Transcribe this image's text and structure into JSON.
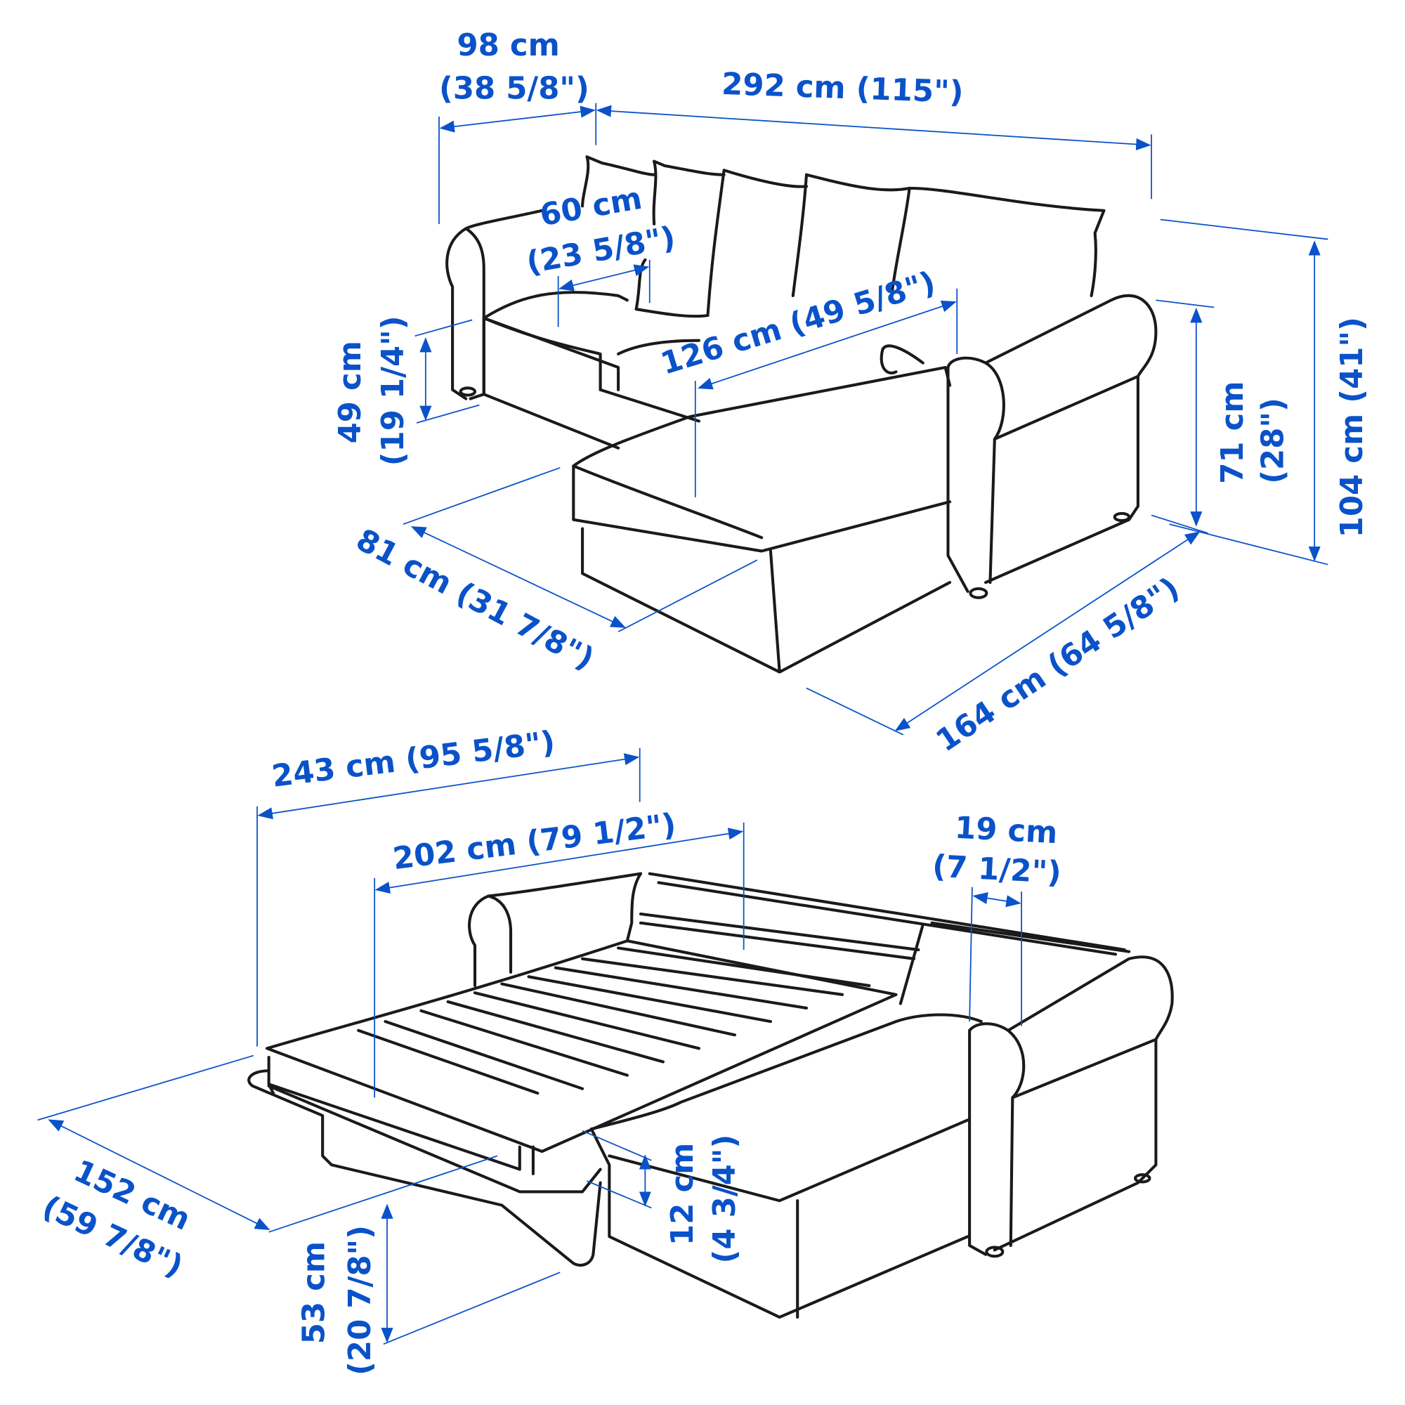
{
  "diagram": {
    "title": "Sofa with chaise longue and sofa-bed dimensions",
    "accent_color": "#0a52c9",
    "line_color": "#1a1a1a",
    "views": [
      {
        "name": "sofa",
        "dimensions": {
          "seat_depth_arm": {
            "cm": "98 cm",
            "in": "(38 5/8\")"
          },
          "total_width": {
            "label": "292 cm (115\")"
          },
          "seat_depth": {
            "cm": "60 cm",
            "in": "(23 5/8\")"
          },
          "chaise_width": {
            "label": "126 cm (49 5/8\")"
          },
          "seat_height": {
            "cm": "49 cm",
            "in": "(19 1/4\")"
          },
          "arm_height": {
            "cm": "71 cm",
            "in": "(28\")"
          },
          "total_height": {
            "label": "104 cm (41\")"
          },
          "chaise_depth_front": {
            "label": "81 cm (31 7/8\")"
          },
          "chaise_length": {
            "label": "164 cm (64 5/8\")"
          }
        }
      },
      {
        "name": "sofa-bed",
        "dimensions": {
          "bed_length_total": {
            "label": "243 cm (95 5/8\")"
          },
          "bed_length": {
            "label": "202 cm (79 1/2\")"
          },
          "arm_width": {
            "cm": "19 cm",
            "in": "(7 1/2\")"
          },
          "bed_width": {
            "cm": "152 cm",
            "in": "(59 7/8\")"
          },
          "mattress_thickness": {
            "cm": "12 cm",
            "in": "(4 3/4\")"
          },
          "bed_height": {
            "cm": "53 cm",
            "in": "(20 7/8\")"
          }
        }
      }
    ]
  }
}
